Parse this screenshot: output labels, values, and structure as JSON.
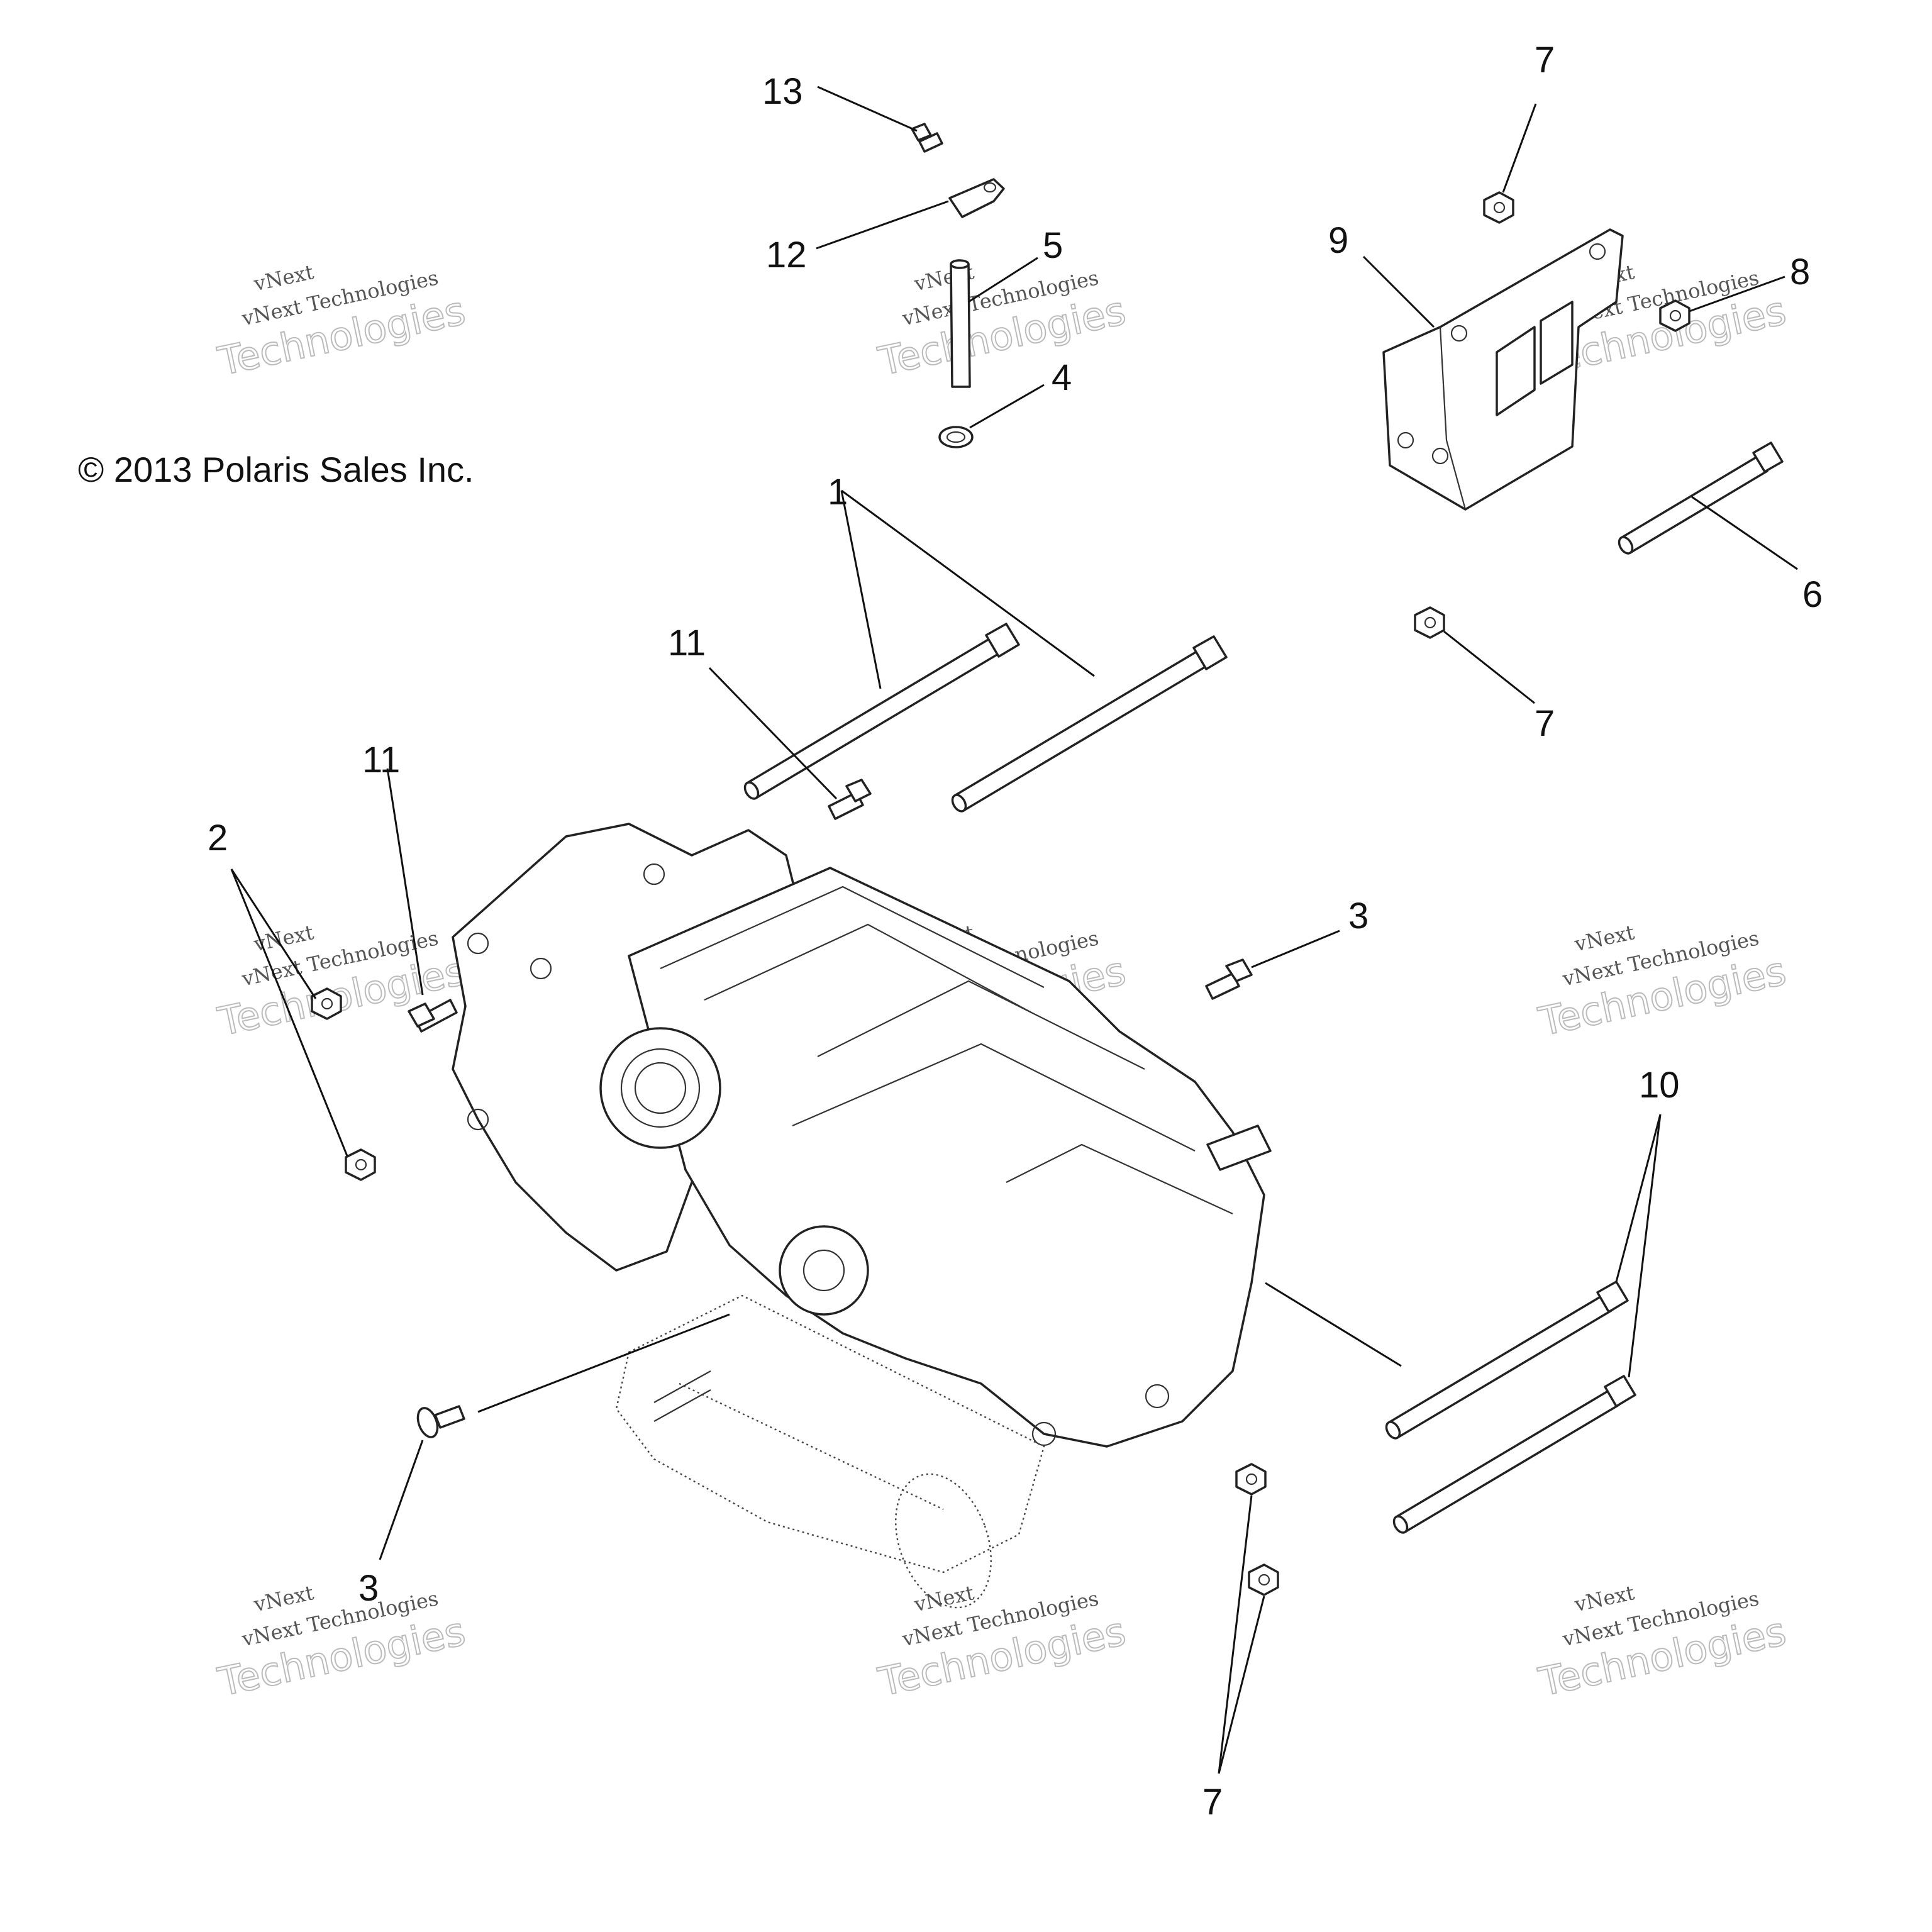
{
  "copyright": "© 2013 Polaris Sales Inc.",
  "watermark": {
    "line1": "vNext Technologies",
    "line2": "Technologies",
    "line3": "vNext"
  },
  "callouts": {
    "c1": "1",
    "c2": "2",
    "c3a": "3",
    "c3b": "3",
    "c4": "4",
    "c5": "5",
    "c6": "6",
    "c7a": "7",
    "c7b": "7",
    "c7c": "7",
    "c8": "8",
    "c9": "9",
    "c10": "10",
    "c11a": "11",
    "c11b": "11",
    "c12": "12",
    "c13": "13"
  },
  "colors": {
    "line": "#111111",
    "background": "#ffffff",
    "watermark": "#bbbbbb"
  }
}
